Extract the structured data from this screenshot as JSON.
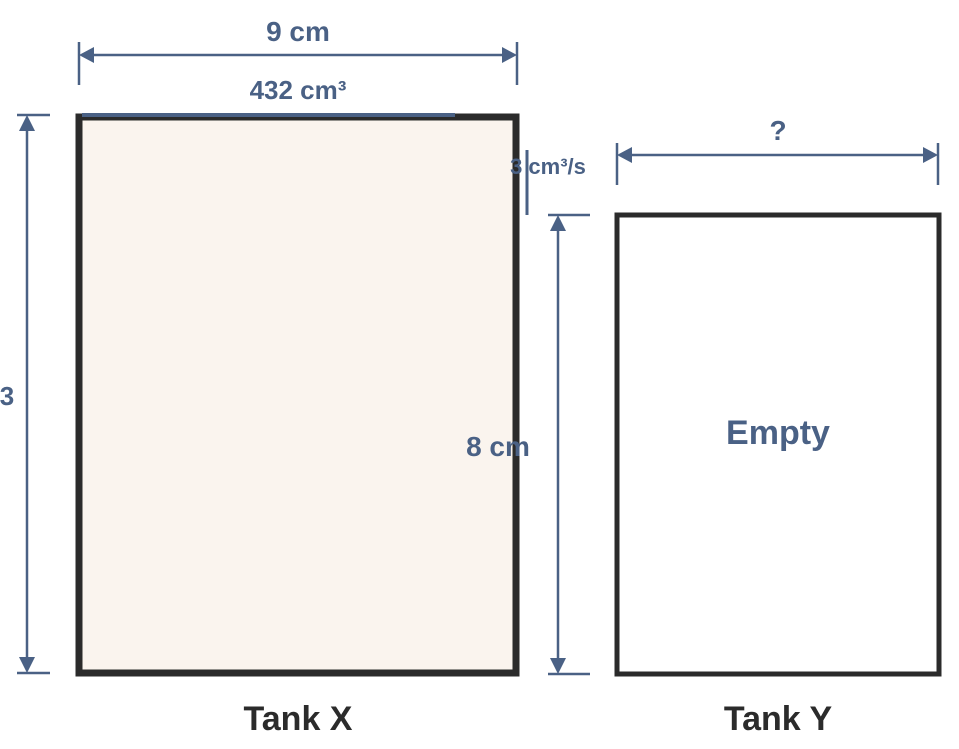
{
  "tank_x": {
    "label": "Tank X",
    "width_label": "9 cm",
    "volume_label": "432 cm³",
    "height_label": "3",
    "fill_color": "#faf4ee",
    "border_color": "#2b2b2b"
  },
  "tank_y": {
    "label": "Tank Y",
    "width_label": "?",
    "height_label": "8 cm",
    "status_label": "Empty",
    "fill_color": "#ffffff",
    "border_color": "#2b2b2b"
  },
  "flow": {
    "rate_label": "3 cm³/s"
  },
  "colors": {
    "dimension": "#4a6185",
    "outline": "#2b2b2b"
  }
}
